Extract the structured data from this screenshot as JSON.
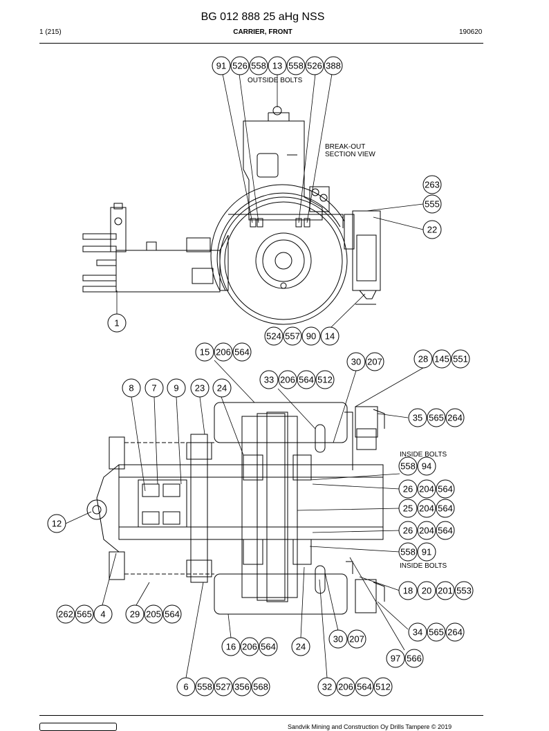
{
  "header": {
    "title": "BG 012 888 25 aHg NSS",
    "page": "1 (215)",
    "section": "CARRIER, FRONT",
    "doc_code": "190620"
  },
  "footer": {
    "copyright": "Sandvik Mining and Construction Oy Drills Tampere © 2019"
  },
  "notes": {
    "outside_bolts": "OUTSIDE BOLTS",
    "breakout_1": "BREAK-OUT",
    "breakout_2": "SECTION VIEW",
    "inside_bolts_top": "INSIDE BOLTS",
    "inside_bolts_bottom": "INSIDE BOLTS"
  },
  "callouts": {
    "top_group": [
      "91",
      "526",
      "558",
      "13",
      "558",
      "526",
      "388"
    ],
    "g263": [
      "263"
    ],
    "g555": [
      "555"
    ],
    "g22": [
      "22"
    ],
    "g1": [
      "1"
    ],
    "g524": [
      "524",
      "557",
      "90",
      "14"
    ],
    "g15": [
      "15",
      "206",
      "564"
    ],
    "g30a": [
      "30",
      "207"
    ],
    "g28": [
      "28",
      "145",
      "551"
    ],
    "g33": [
      "33",
      "206",
      "564",
      "512"
    ],
    "g8": [
      "8"
    ],
    "g7": [
      "7"
    ],
    "g9": [
      "9"
    ],
    "g23": [
      "23"
    ],
    "g24a": [
      "24"
    ],
    "g35": [
      "35",
      "565",
      "264"
    ],
    "g558_94": [
      "558",
      "94"
    ],
    "g26a": [
      "26",
      "204",
      "564"
    ],
    "g25": [
      "25",
      "204",
      "564"
    ],
    "g26b": [
      "26",
      "204",
      "564"
    ],
    "g12": [
      "12"
    ],
    "g558_91": [
      "558",
      "91"
    ],
    "g18": [
      "18",
      "20",
      "201",
      "553"
    ],
    "g262": [
      "262",
      "565",
      "4"
    ],
    "g29": [
      "29",
      "205",
      "564"
    ],
    "g34": [
      "34",
      "565",
      "264"
    ],
    "g16": [
      "16",
      "206",
      "564"
    ],
    "g24b": [
      "24"
    ],
    "g30b": [
      "30",
      "207"
    ],
    "g97": [
      "97",
      "566"
    ],
    "g6": [
      "6",
      "558",
      "527",
      "356",
      "568"
    ],
    "g32": [
      "32",
      "206",
      "564",
      "512"
    ]
  }
}
